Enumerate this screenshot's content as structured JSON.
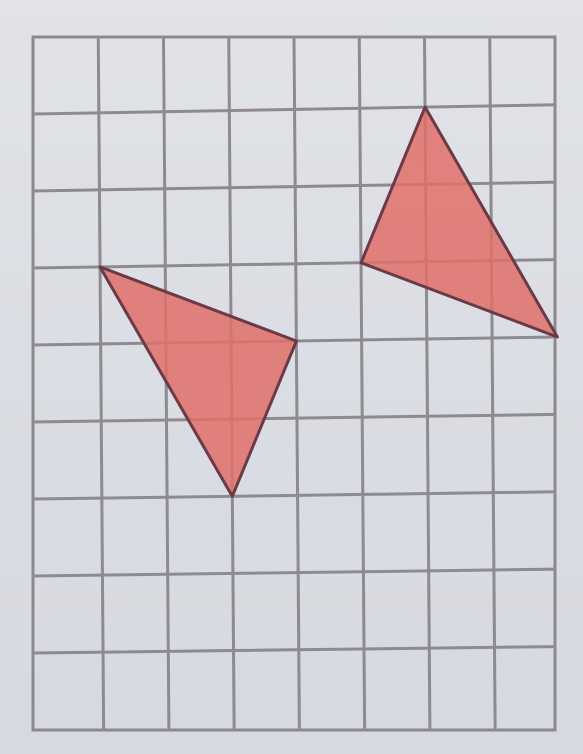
{
  "grid": {
    "columns": 8,
    "rows": 9,
    "line_color": "#8e8a90",
    "background_color": "#dcdfe4"
  },
  "shapes": [
    {
      "name": "triangle-left",
      "vertices": [
        [
          1,
          3
        ],
        [
          4,
          4
        ],
        [
          3,
          6
        ]
      ],
      "fill_color": "#e0706a",
      "outline_color": "#6b3a46"
    },
    {
      "name": "triangle-right",
      "vertices": [
        [
          6,
          1
        ],
        [
          8,
          4
        ],
        [
          5,
          3
        ]
      ],
      "fill_color": "#e0706a",
      "outline_color": "#6b3a46"
    }
  ]
}
